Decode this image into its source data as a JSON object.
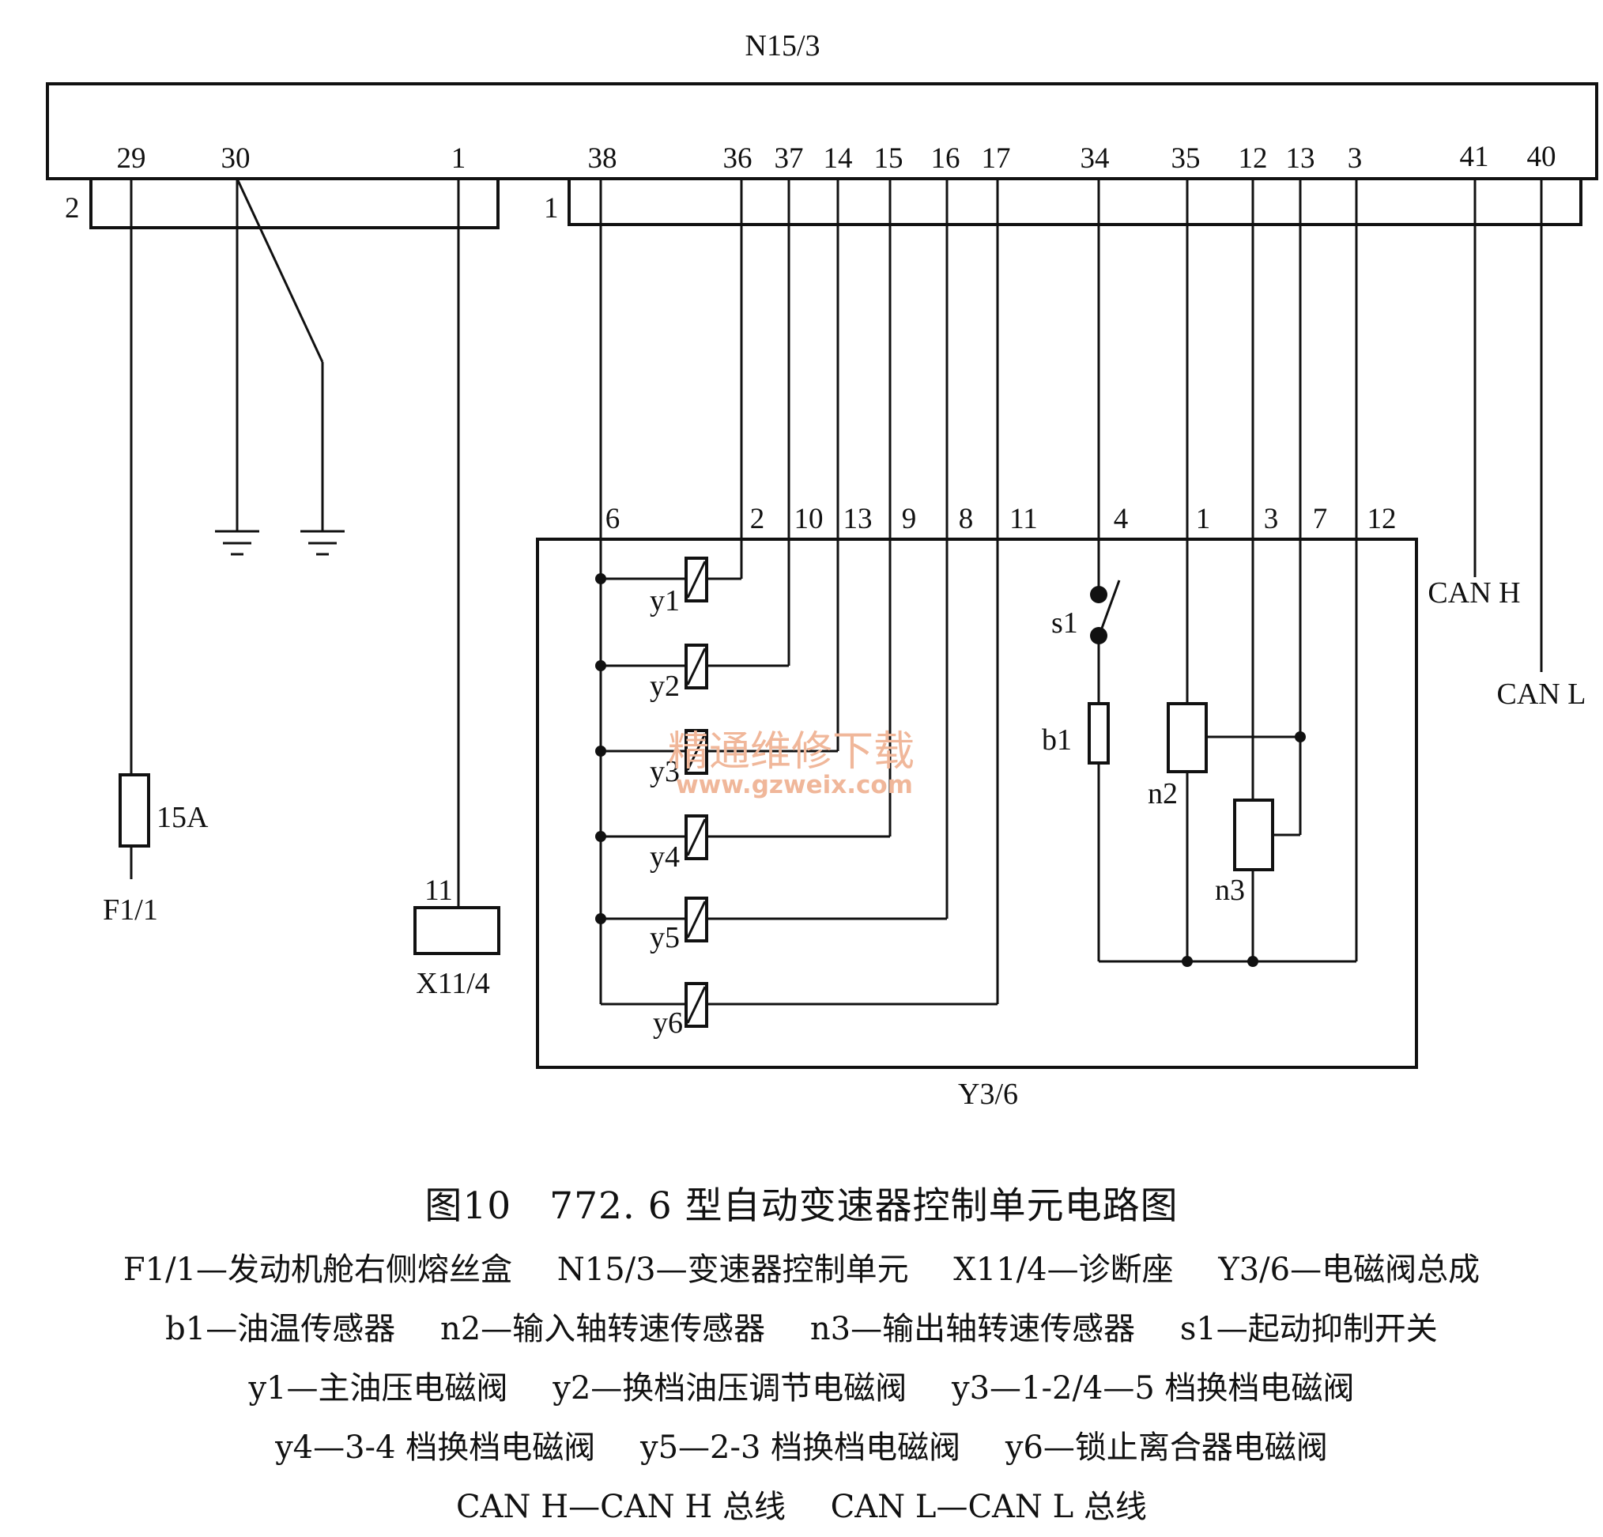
{
  "labels": {
    "n15_3": "N15/3",
    "connector_2": "2",
    "connector_1": "1",
    "fuse_rating": "15A",
    "f1_1": "F1/1",
    "x11_4": "X11/4",
    "x11_pin": "11",
    "y3_6": "Y3/6",
    "can_h": "CAN H",
    "can_l": "CAN L",
    "s1": "s1",
    "b1": "b1",
    "n2": "n2",
    "n3": "n3",
    "y1": "y1",
    "y2": "y2",
    "y3": "y3",
    "y4": "y4",
    "y5": "y5",
    "y6": "y6"
  },
  "ecu_pins": [
    "29",
    "30",
    "1",
    "38",
    "36",
    "37",
    "14",
    "15",
    "16",
    "17",
    "34",
    "35",
    "12",
    "13",
    "3",
    "41",
    "40"
  ],
  "valve_body_pins": [
    "6",
    "2",
    "10",
    "13",
    "9",
    "8",
    "11",
    "4",
    "1",
    "3",
    "7",
    "12"
  ],
  "watermark": {
    "cn": "精通维修下载",
    "url": "www.gzweix.com"
  },
  "caption": {
    "title": "图10　772. 6 型自动变速器控制单元电路图",
    "legend": [
      [
        "F1/1—发动机舱右侧熔丝盒",
        "N15/3—变速器控制单元",
        "X11/4—诊断座",
        "Y3/6—电磁阀总成"
      ],
      [
        "b1—油温传感器",
        "n2—输入轴转速传感器",
        "n3—输出轴转速传感器",
        "s1—起动抑制开关"
      ],
      [
        "y1—主油压电磁阀",
        "y2—换档油压调节电磁阀",
        "y3—1-2/4—5 档换档电磁阀"
      ],
      [
        "y4—3-4 档换档电磁阀",
        "y5—2-3 档换档电磁阀",
        "y6—锁止离合器电磁阀"
      ],
      [
        "CAN H—CAN H 总线",
        "CAN L—CAN L 总线"
      ]
    ]
  }
}
